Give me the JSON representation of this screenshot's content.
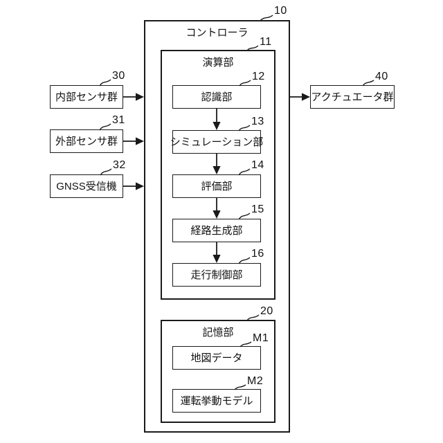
{
  "figure": {
    "colors": {
      "line": "#1a1a1a",
      "background": "#ffffff"
    },
    "controller": {
      "label": "コントローラ",
      "ref": "10"
    },
    "compute": {
      "label": "演算部",
      "ref": "11",
      "blocks": [
        {
          "label": "認識部",
          "ref": "12"
        },
        {
          "label": "シミュレーション部",
          "ref": "13"
        },
        {
          "label": "評価部",
          "ref": "14"
        },
        {
          "label": "経路生成部",
          "ref": "15"
        },
        {
          "label": "走行制御部",
          "ref": "16"
        }
      ]
    },
    "storage": {
      "label": "記憶部",
      "ref": "20",
      "blocks": [
        {
          "label": "地図データ",
          "ref": "M1"
        },
        {
          "label": "運転挙動モデル",
          "ref": "M2"
        }
      ]
    },
    "inputs": [
      {
        "label": "内部センサ群",
        "ref": "30"
      },
      {
        "label": "外部センサ群",
        "ref": "31"
      },
      {
        "label": "GNSS受信機",
        "ref": "32"
      }
    ],
    "output": {
      "label": "アクチュエータ群",
      "ref": "40"
    }
  }
}
